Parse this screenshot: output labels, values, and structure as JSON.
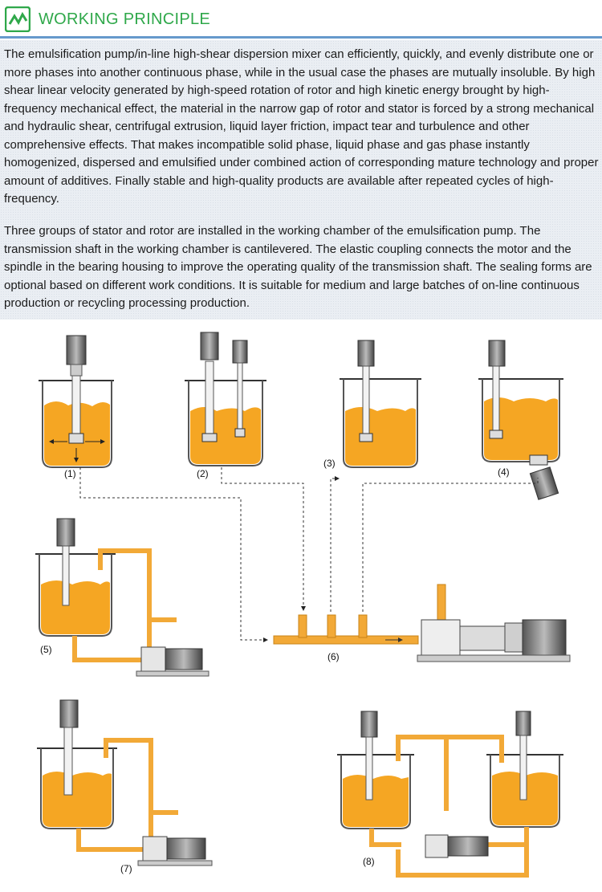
{
  "header": {
    "title": "WORKING PRINCIPLE",
    "logo_icon": "mixer-logo-icon",
    "accent_color": "#2fa84a",
    "rule_color": "#6699cc"
  },
  "paragraphs": [
    "The emulsification pump/in-line high-shear dispersion mixer can efficiently, quickly, and evenly distribute one or more phases into another continuous phase, while in the usual case the phases are mutually insoluble. By high shear linear velocity generated by high-speed rotation of rotor and high kinetic energy brought by high-frequency mechanical effect, the material in the narrow gap of rotor and stator is forced by a strong mechanical and hydraulic shear, centrifugal extrusion, liquid layer friction, impact tear and turbulence and other comprehensive effects. That makes incompatible solid phase, liquid phase and gas phase instantly homogenized, dispersed and emulsified under combined action of corresponding mature technology and proper amount of additives. Finally stable and high-quality products are available after repeated cycles of high-frequency.",
    "Three groups of stator and rotor are installed in the working chamber of the emulsification pump. The transmission shaft in the working chamber is cantilevered. The elastic coupling connects the motor and the spindle in the bearing housing to improve the operating quality of the transmission shaft. The sealing forms are optional based on different work conditions. It is suitable for medium and large batches of on-line continuous production or recycling processing production."
  ],
  "diagram": {
    "labels": [
      "(1)",
      "(2)",
      "(3)",
      "(4)",
      "(5)",
      "(6)",
      "(7)",
      "(8)"
    ],
    "liquid_color": "#f5a623",
    "pipe_color": "#f2a937"
  }
}
